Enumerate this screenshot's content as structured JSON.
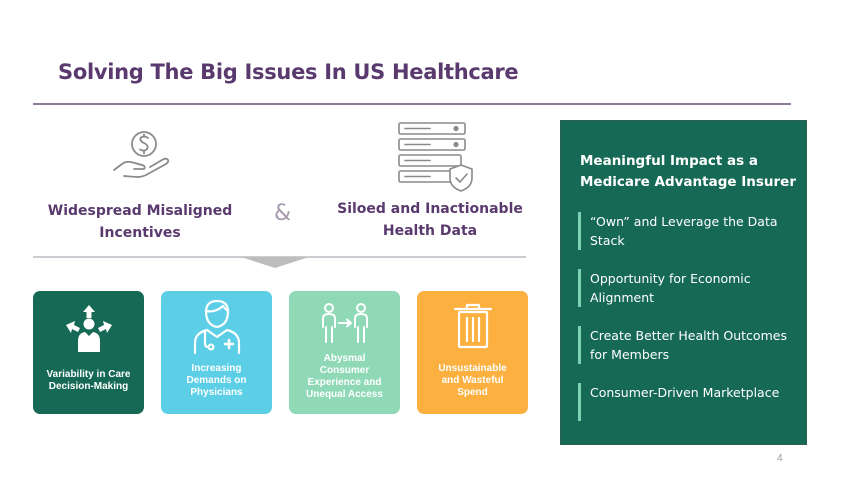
{
  "title": "Solving The Big Issues In US Healthcare",
  "issues": {
    "left": {
      "icon": "hand-dollar-icon",
      "line1": "Widespread Misaligned",
      "line2": "Incentives"
    },
    "connector": "&",
    "right": {
      "icon": "server-shield-icon",
      "line1": "Siloed and Inactionable",
      "line2": "Health Data"
    }
  },
  "cards": [
    {
      "icon": "decision-arrows-icon",
      "color": "#166a55",
      "lines": [
        "Variability in Care",
        "Decision-Making"
      ]
    },
    {
      "icon": "physician-icon",
      "color": "#5ccfe6",
      "lines": [
        "Increasing",
        "Demands on",
        "Physicians"
      ]
    },
    {
      "icon": "people-transfer-icon",
      "color": "#8fd9b6",
      "lines": [
        "Abysmal",
        "Consumer",
        "Experience and",
        "Unequal Access"
      ]
    },
    {
      "icon": "trash-can-icon",
      "color": "#fbb040",
      "lines": [
        "Unsustainable",
        "and Wasteful",
        "Spend"
      ]
    }
  ],
  "panel": {
    "heading_line1": "Meaningful Impact as a",
    "heading_line2": "Medicare Advantage Insurer",
    "items": [
      {
        "line1": "“Own” and Leverage the Data",
        "line2": "Stack"
      },
      {
        "line1": "Opportunity for Economic",
        "line2": "Alignment"
      },
      {
        "line1": "Create Better Health Outcomes",
        "line2": "for Members"
      },
      {
        "line1": "Consumer-Driven Marketplace",
        "line2": ""
      }
    ]
  },
  "page_number": "4",
  "colors": {
    "title": "#5a3a6e",
    "panel_bg": "#166a55",
    "panel_accent": "#7fd1b3"
  }
}
